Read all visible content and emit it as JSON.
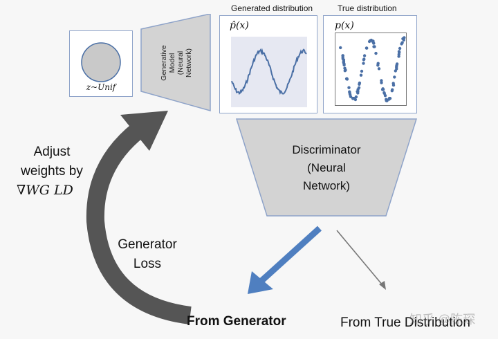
{
  "latent": {
    "label": "z~Unif"
  },
  "generator": {
    "line1": "Generative",
    "line2": "Model",
    "line3": "(Neural",
    "line4": "Network)"
  },
  "generated_panel": {
    "title": "Generated distribution",
    "formula": "p̂(x)"
  },
  "true_panel": {
    "title": "True distribution",
    "formula": "p(x)"
  },
  "discriminator": {
    "line1": "Discriminator",
    "line2": "(Neural",
    "line3": "Network)"
  },
  "feedback": {
    "line1": "Adjust",
    "line2": "weights by",
    "formula": "∇WG LD"
  },
  "loss_label": {
    "line1": "Generator",
    "line2": "Loss"
  },
  "outputs": {
    "from_generator": "From Generator",
    "from_true": "From True Distribution"
  },
  "watermark": "知乎 @陈琛",
  "colors": {
    "node_fill": "#d3d3d3",
    "panel_border": "#8ea3c9",
    "plot_blue": "#4a6fa5",
    "arrow_dark": "#555555",
    "arrow_blue": "#4f7fc0"
  }
}
